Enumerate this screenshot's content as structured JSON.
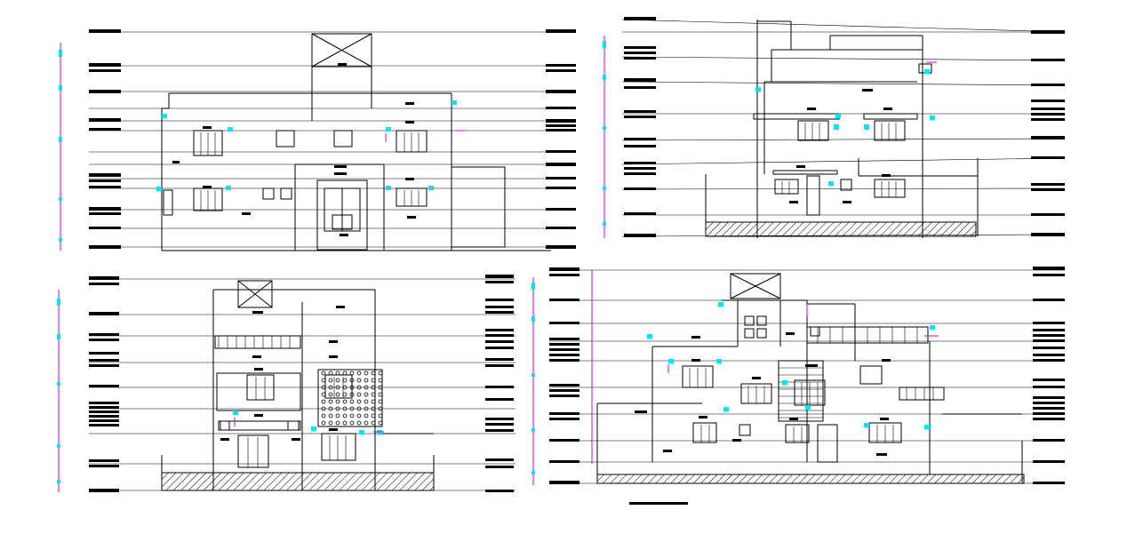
{
  "drawing": {
    "kind": "architectural elevations",
    "views": [
      "elevation-1",
      "elevation-2",
      "elevation-3",
      "elevation-4"
    ],
    "colors": {
      "linework": "#000000",
      "dimension_lines": "#d400d4",
      "markers": "#00e5ff",
      "background": "#ffffff"
    }
  },
  "caption": {
    "text": ""
  }
}
